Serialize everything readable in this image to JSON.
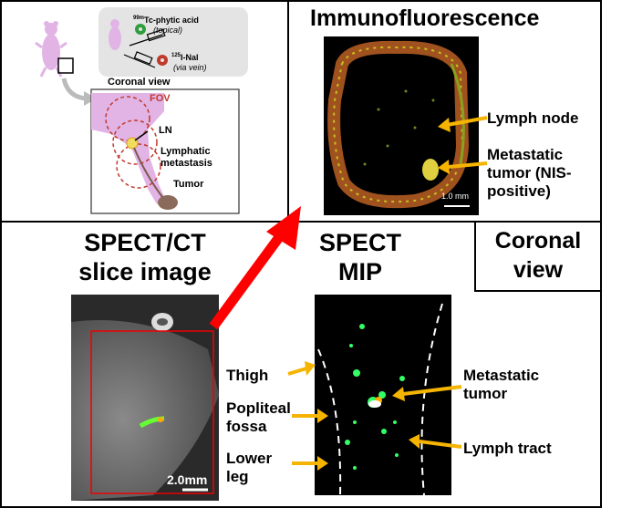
{
  "schematic": {
    "tracer1_prefix": "99m",
    "tracer1_name": "Tc-phytic acid",
    "tracer1_route": "(topical)",
    "tracer2_prefix": "125",
    "tracer2_name": "I-NaI",
    "tracer2_route": "(via vein)",
    "coronal_label": "Coronal view",
    "fov_label": "FOV",
    "ln_label": "LN",
    "lymphatic_line1": "Lymphatic",
    "lymphatic_line2": "metastasis",
    "tumor_label": "Tumor"
  },
  "immunofluorescence": {
    "title": "Immunofluorescence",
    "label_lymph_node": "Lymph node",
    "label_metastatic_line1": "Metastatic",
    "label_metastatic_line2": "tumor (NIS-",
    "label_metastatic_line3": "positive)",
    "scale_bar": "1.0 mm"
  },
  "spect_ct": {
    "title_line1": "SPECT/CT",
    "title_line2": "slice image",
    "scale_bar": "2.0mm"
  },
  "spect_mip": {
    "title_line1": "SPECT",
    "title_line2": "MIP",
    "coronal_line1": "Coronal",
    "coronal_line2": "view",
    "label_thigh": "Thigh",
    "label_popliteal_line1": "Popliteal",
    "label_popliteal_line2": "fossa",
    "label_lower_line1": "Lower",
    "label_lower_line2": "leg",
    "label_metastatic_line1": "Metastatic",
    "label_metastatic_line2": "tumor",
    "label_lymph_tract": "Lymph tract"
  },
  "colors": {
    "arrow_yellow": "#f5b400",
    "big_arrow_red": "#ff0000",
    "fov_red": "#c0392b",
    "mouse_pink": "#e2b4e6",
    "tumor_brown": "#8a6a5a"
  }
}
